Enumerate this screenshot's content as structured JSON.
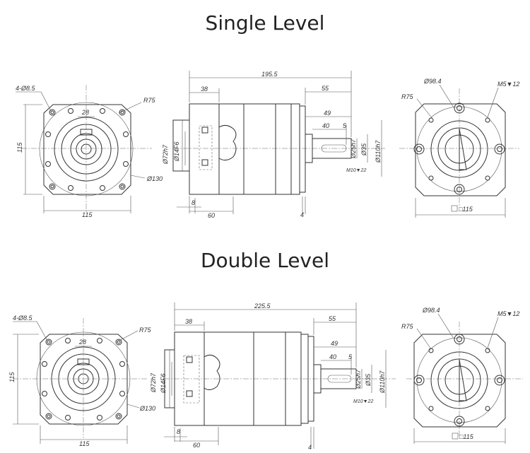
{
  "headings": {
    "single": "Single Level",
    "double": "Double Level"
  },
  "single": {
    "front": {
      "holes": "4-Ø8.5",
      "r": "R75",
      "bolt_circle": "Ø130",
      "height": "115",
      "width": "115",
      "inner": "28"
    },
    "side": {
      "length": "195.5",
      "flange": "38",
      "shaft_len": "55",
      "key_len": "49",
      "key": "40",
      "key_offset": "5",
      "d1": "Ø72h7",
      "d2": "Ø14F6",
      "d3": "Ø25h7",
      "d4": "Ø35",
      "d5": "Ø110h7",
      "thread": "M10▼22",
      "m8": "8",
      "m60": "60",
      "m4": "4"
    },
    "back": {
      "pcd": "Ø98.4",
      "r": "R75",
      "tap": "M5▼12",
      "square": "□115"
    }
  },
  "double": {
    "front": {
      "holes": "4-Ø8.5",
      "r": "R75",
      "bolt_circle": "Ø130",
      "height": "115",
      "width": "115",
      "inner": "28"
    },
    "side": {
      "length": "225.5",
      "flange": "38",
      "shaft_len": "55",
      "key_len": "49",
      "key": "40",
      "key_offset": "5",
      "d1": "Ø72h7",
      "d2": "Ø14F6",
      "d3": "Ø25h7",
      "d4": "Ø35",
      "d5": "Ø110h7",
      "thread": "M10▼22",
      "m8": "8",
      "m60": "60",
      "m4": "4"
    },
    "back": {
      "pcd": "Ø98.4",
      "r": "R75",
      "tap": "M5▼12",
      "square": "□115"
    }
  }
}
